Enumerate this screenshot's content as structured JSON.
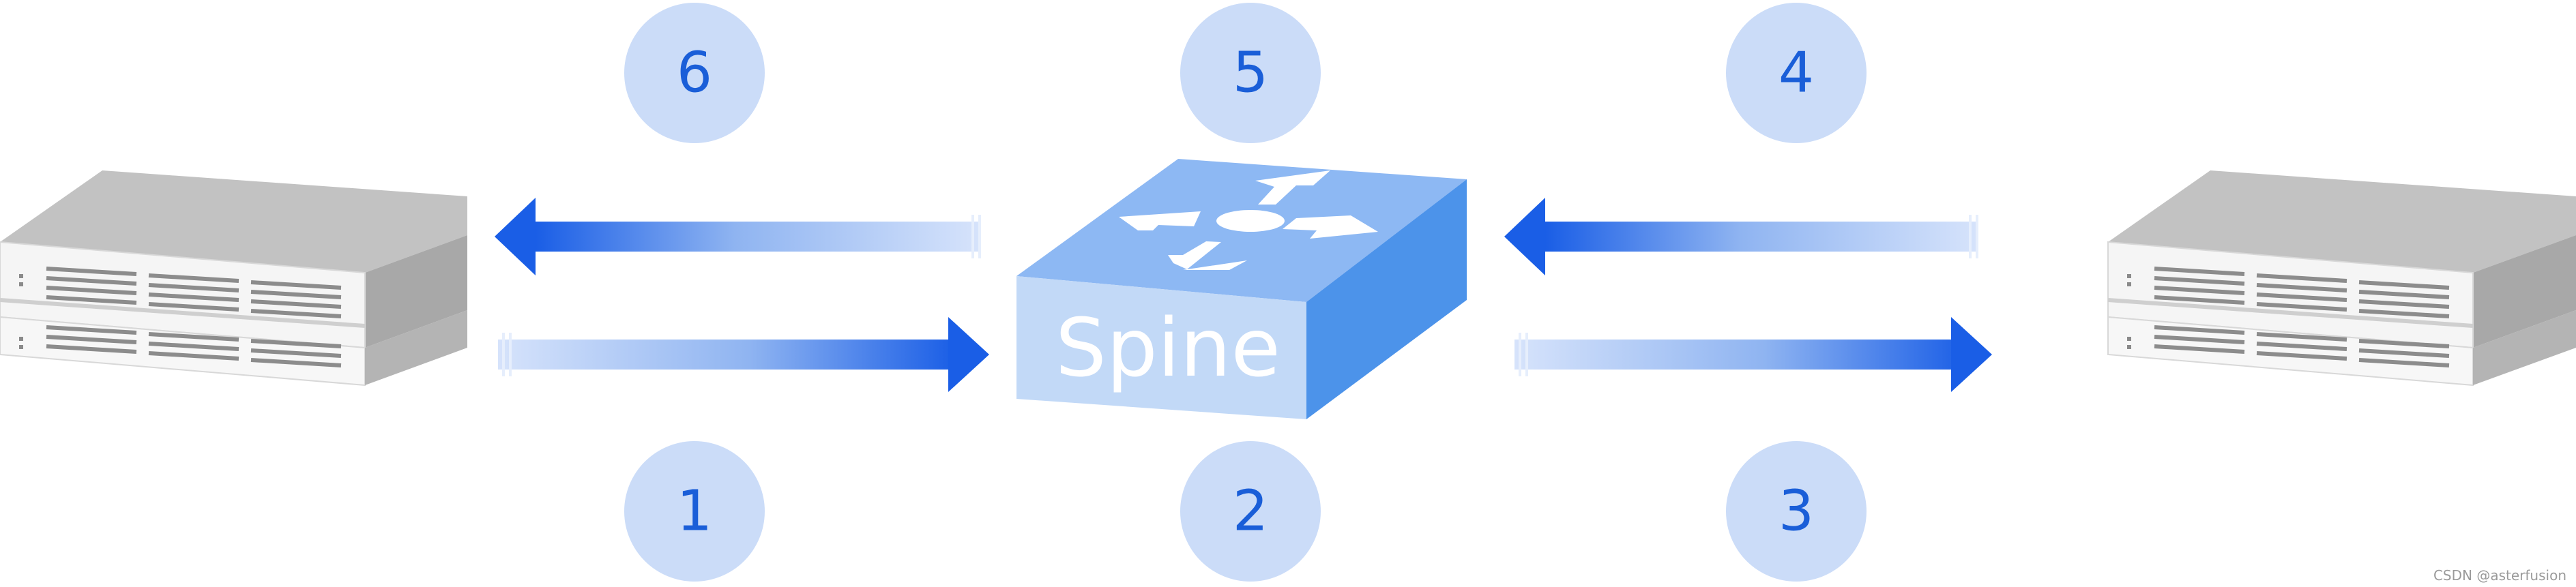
{
  "spine": {
    "label": "Spine"
  },
  "steps": [
    {
      "number": "6"
    },
    {
      "number": "5"
    },
    {
      "number": "4"
    },
    {
      "number": "1"
    },
    {
      "number": "2"
    },
    {
      "number": "3"
    }
  ],
  "watermark": "CSDN @asterfusion",
  "colors": {
    "arrow_dark": "#1a5ee6",
    "arrow_light": "#d6e3fb",
    "circle_fill": "#cbdcf8",
    "step_number": "#1a5ed8",
    "spine_top": "#8db8f3",
    "spine_side": "#4c93ea",
    "spine_front": "#c2d9f7",
    "server_top": "#c2c2c2",
    "server_front": "#f5f5f5",
    "server_side": "#a8a8a8"
  }
}
